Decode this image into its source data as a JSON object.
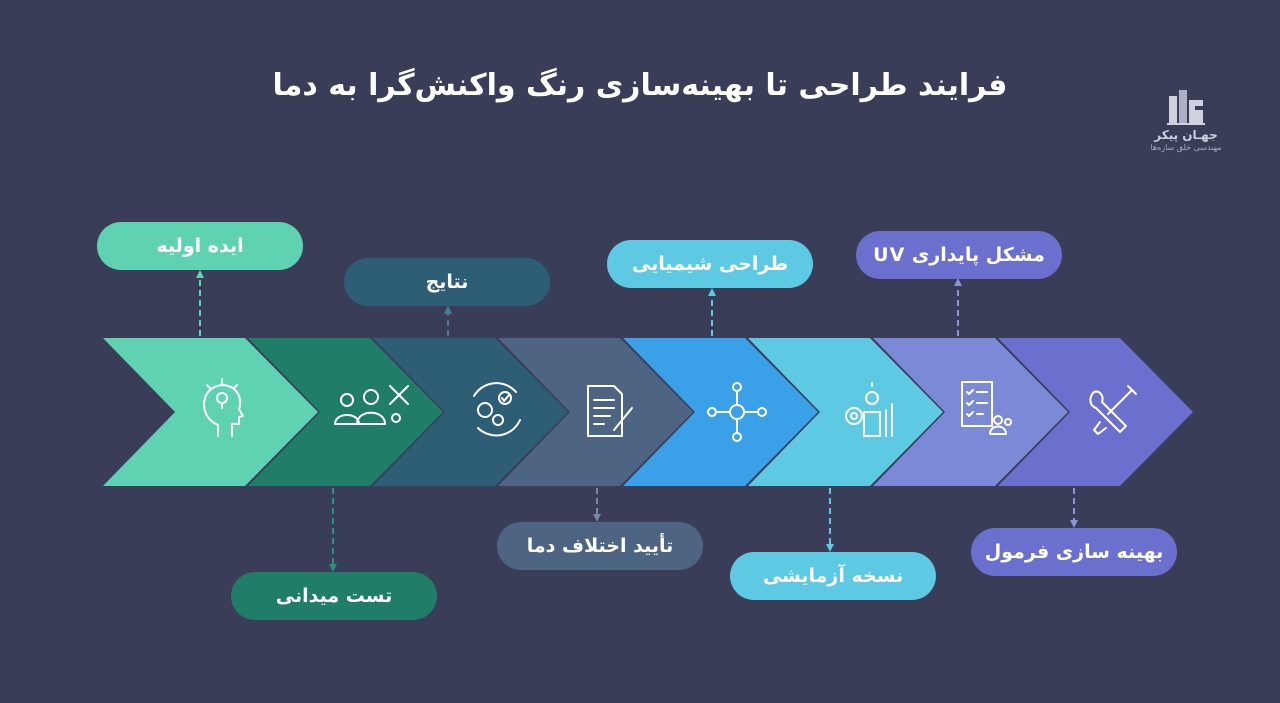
{
  "title": "فرایند طراحی تا بهینه‌سازی رنگ واکنش‌گرا به دما",
  "logo": {
    "name": "جهـان پیکر",
    "tagline": "مهندسی خلق سازه‌ها"
  },
  "labels": {
    "idea": "ایده اولیه",
    "results": "نتایج",
    "chemical_design": "طراحی شیمیایی",
    "uv_problem": "مشکل پایداری UV",
    "field_test": "تست میدانی",
    "temp_diff": "تأیید اختلاف دما",
    "prototype": "نسخه آزمایشی",
    "formula_opt": "بهینه سازی فرمول"
  },
  "colors": {
    "background": "#3a3d58",
    "stage1": "#5fd3b1",
    "stage2": "#1f7d68",
    "stage3": "#2d5e76",
    "stage4": "#4d6583",
    "stage5": "#3aa1e8",
    "stage6": "#5ec9e3",
    "stage7": "#7a8ad6",
    "stage8": "#6b70cf"
  }
}
